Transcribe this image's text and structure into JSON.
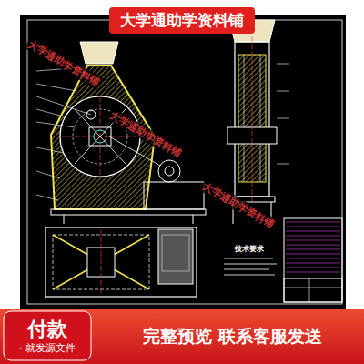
{
  "diagram": {
    "nodes": [
      {
        "text": [
          "大学通助学资料铺"
        ]
      },
      {
        "text": [
          "付款",
          "· 就发源文件"
        ]
      },
      {
        "text": [
          "完整预览 联系客服发送"
        ]
      }
    ],
    "labels": [
      "大学通助学资料铺",
      "大学通助学资料铺",
      "大学通助学资料铺",
      "技术要求"
    ]
  }
}
